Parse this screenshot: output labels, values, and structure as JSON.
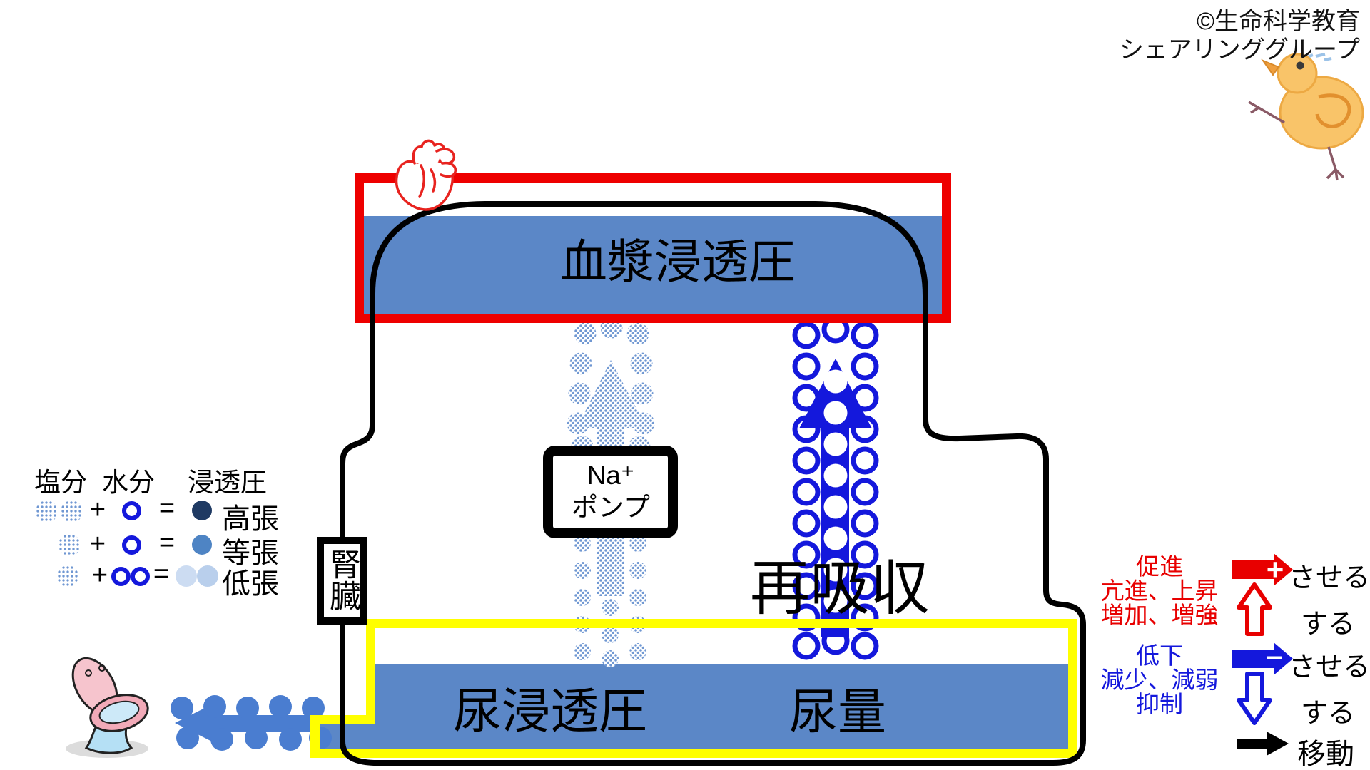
{
  "copyright": {
    "line1": "©生命科学教育",
    "line2": "シェアリンググループ"
  },
  "labels": {
    "plasma_osmotic_pressure": "血漿浸透圧",
    "urine_osmotic_pressure": "尿浸透圧",
    "urine_volume": "尿量",
    "reabsorption": "再吸収",
    "na_pump_line1": "Na⁺",
    "na_pump_line2": "ポンプ",
    "kidney": "腎臓"
  },
  "tonicity_legend": {
    "salt_header": "塩分",
    "water_header": "水分",
    "osmo_header": "浸透圧",
    "plus": "+",
    "equals": "=",
    "hypertonic": "高張",
    "isotonic": "等張",
    "hypotonic": "低張"
  },
  "effect_legend": {
    "promote_line1": "促進",
    "promote_line2": "亢進、上昇",
    "promote_line3": "増加、増強",
    "suppress_line1": "低下",
    "suppress_line2": "減少、減弱",
    "suppress_line3": "抑制",
    "plus_sign": "+",
    "minus_sign": "−",
    "saseru1": "させる",
    "suru1": "する",
    "saseru2": "させる",
    "suru2": "する",
    "move": "移動"
  },
  "colors": {
    "red_border": "#ee0000",
    "yellow_border": "#ffff00",
    "box_fill_blue": "#5b87c7",
    "arrow_blue": "#1418dc",
    "dot_blue": "#4a7dd0",
    "pattern_blue": "#6f97d2",
    "hypertonic_navy": "#1f3a63",
    "isotonic_blue": "#4e84c4",
    "hypotonic_light1": "#ccdcf2",
    "hypotonic_light2": "#b9cfec",
    "legend_red": "#e80000",
    "black": "#000000"
  }
}
